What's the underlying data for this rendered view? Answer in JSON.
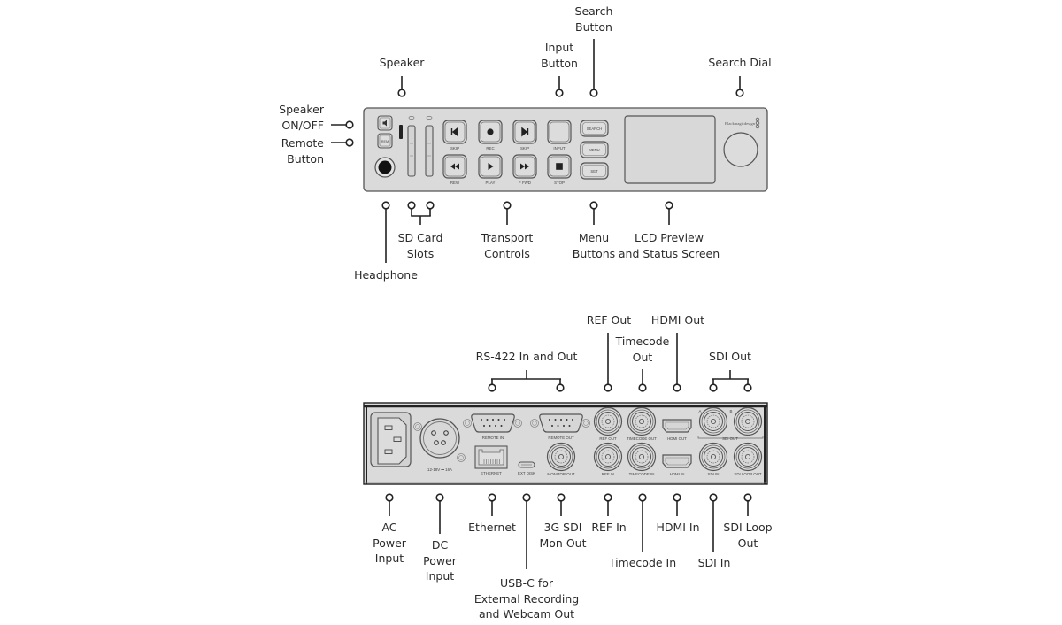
{
  "front_panel": {
    "brand": "Blackmagicdesign",
    "buttons": {
      "speaker": "◀",
      "rem": "REM",
      "skip_back": "SKIP",
      "rec": "REC",
      "skip_fwd": "SKIP",
      "input": "INPUT",
      "rew": "REW",
      "play": "PLAY",
      "ffwd": "F FWD",
      "stop": "STOP",
      "search": "SEARCH",
      "menu": "MENU",
      "set": "SET"
    },
    "callouts": {
      "speaker": "Speaker",
      "speaker_onoff": [
        "Speaker",
        "ON/OFF"
      ],
      "remote_button": [
        "Remote",
        "Button"
      ],
      "input_button": [
        "Input",
        "Button"
      ],
      "search_button": [
        "Search",
        "Button"
      ],
      "search_dial": "Search Dial",
      "headphone": "Headphone",
      "sd_card_slots": [
        "SD Card",
        "Slots"
      ],
      "transport_controls": [
        "Transport",
        "Controls"
      ],
      "menu_buttons": [
        "Menu",
        "Buttons"
      ],
      "lcd_preview": [
        "LCD Preview",
        "and Status Screen"
      ]
    }
  },
  "rear_panel": {
    "connector_labels": {
      "dc": "12-18V ⎓ 16A",
      "remote_in": "REMOTE IN",
      "remote_out": "REMOTE OUT",
      "ethernet": "ETHERNET",
      "ext_disk": "EXT DISK",
      "monitor_out": "MONITOR OUT",
      "ref_out": "REF OUT",
      "timecode_out": "TIMECODE OUT",
      "hdmi_out": "HDMI OUT",
      "ref_in": "REF IN",
      "timecode_in": "TIMECODE IN",
      "hdmi_in": "HDMI IN",
      "sdi_out": "SDI OUT",
      "sdi_a": "A",
      "sdi_b": "B",
      "sdi_in": "SDI IN",
      "sdi_loop_out": "SDI LOOP OUT"
    },
    "callouts": {
      "rs422": "RS-422 In and Out",
      "ref_out": "REF Out",
      "timecode_out": [
        "Timecode",
        "Out"
      ],
      "hdmi_out": "HDMI Out",
      "sdi_out": "SDI Out",
      "ac_power": [
        "AC",
        "Power",
        "Input"
      ],
      "dc_power": [
        "DC",
        "Power",
        "Input"
      ],
      "ethernet": "Ethernet",
      "usbc": [
        "USB-C for",
        "External Recording",
        "and Webcam Out"
      ],
      "sdi_mon_out": [
        "3G SDI",
        "Mon Out"
      ],
      "ref_in": "REF In",
      "timecode_in": "Timecode In",
      "hdmi_in": "HDMI In",
      "sdi_in": "SDI In",
      "sdi_loop_out": [
        "SDI Loop",
        "Out"
      ]
    }
  }
}
